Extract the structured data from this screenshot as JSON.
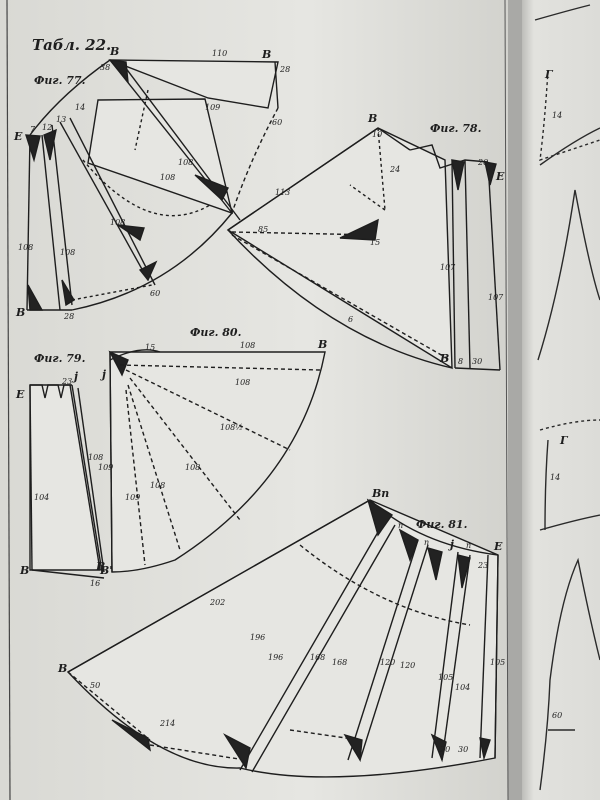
{
  "plate": {
    "title": "Табл. 22."
  },
  "figures": {
    "fig77": {
      "title": "Фиг. 77.",
      "labels": {
        "top_a": "В",
        "top_b": "В",
        "n28": "28",
        "side_e": "Е",
        "bot_b": "В",
        "m110": "110",
        "m109": "109",
        "m108": "108",
        "m108b": "108",
        "m108c": "108",
        "m108d": "108",
        "m108e": "108",
        "m60": "60",
        "m60b": "60",
        "m38": "38",
        "m28": "28",
        "m14": "14",
        "m13": "13",
        "m12": "12",
        "m7": "7"
      }
    },
    "fig78": {
      "title": "Фиг. 78.",
      "labels": {
        "top_b": "В",
        "n10": "10",
        "m113": "113",
        "n85": "85",
        "n24": "24",
        "n20": "20",
        "e": "Е",
        "m107a": "107",
        "m107b": "107",
        "m15": "15",
        "n6": "6",
        "bot_b": "В",
        "n8": "8",
        "n30": "30"
      }
    },
    "fig79": {
      "title": "Фиг. 79.",
      "labels": {
        "e": "Е",
        "n23": "23",
        "j": "j",
        "m108": "108",
        "m104": "104",
        "b": "В",
        "b2": "В",
        "m16": "16"
      }
    },
    "fig80": {
      "title": "Фиг. 80.",
      "labels": {
        "n15": "15",
        "m108": "108",
        "b": "В",
        "j": "j",
        "m108a": "108",
        "m108b": "108½",
        "m108c": "108",
        "m108d": "108",
        "m109": "109",
        "m109b": "109",
        "b2": "В'"
      }
    },
    "fig81": {
      "title": "Фиг. 81.",
      "labels": {
        "bn": "Вп",
        "n1": "п",
        "n2": "п",
        "j": "j",
        "n3": "п",
        "e": "Е",
        "n23": "23",
        "m202": "202",
        "m196a": "196",
        "m196b": "196",
        "m168a": "168",
        "m168b": "168",
        "m120a": "120",
        "m120b": "120",
        "m105a": "105",
        "m105b": "105",
        "m104": "104",
        "b": "В",
        "n50": "50",
        "m214": "214",
        "n20": "20",
        "n30": "30"
      }
    }
  },
  "next_page": {
    "letter_1": "Г",
    "n14a": "14",
    "letter_2": "Г",
    "n14b": "14",
    "n60": "60"
  }
}
